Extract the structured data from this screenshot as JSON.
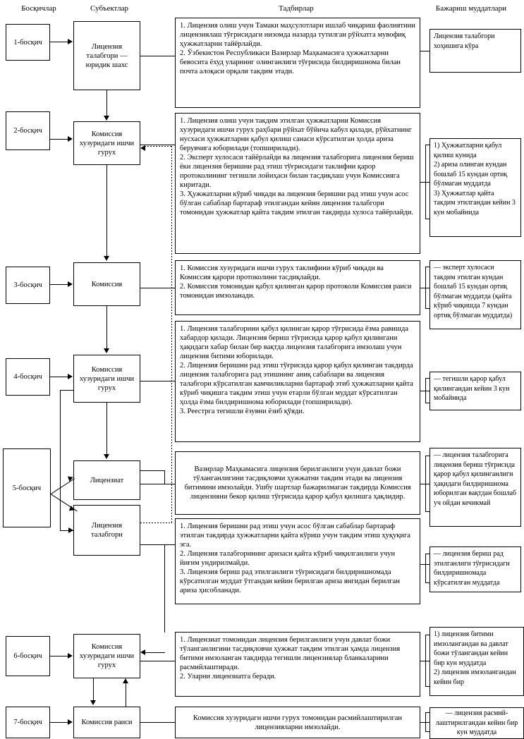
{
  "headers": [
    {
      "label": "Босқичлар"
    },
    {
      "label": "Субъектлар"
    },
    {
      "label": "Тадбирлар"
    },
    {
      "label": "Бажариш муддатлари"
    }
  ],
  "stages": [
    {
      "label": "1-босқич"
    },
    {
      "label": "2-босқич"
    },
    {
      "label": "3-босқич"
    },
    {
      "label": "4-босқич"
    },
    {
      "label": "5-босқич"
    },
    {
      "label": "6-босқич"
    },
    {
      "label": "7-босқич"
    }
  ],
  "subjects": [
    {
      "label": "Лицензия\nталабгори —\nюридик шахс"
    },
    {
      "label": "Комиссия\nхузуридаги ишчи\nгурух"
    },
    {
      "label": "Комиссия"
    },
    {
      "label": "Комиссия\nхузуридаги ишчи\nгурух"
    },
    {
      "label": "Лицензиат"
    },
    {
      "label": "Лицензия\nталабгори"
    },
    {
      "label": "Комиссия\nхузуридаги ишчи\nгурух"
    },
    {
      "label": "Комиссия раиси"
    }
  ],
  "measures": [
    {
      "text": "1. Лицензия олиш учун Тамаки  маҳсулотлари ишлаб  чиқариш фаолиятини лицензиялаш   тўғрисидаги низомда назарда тутилган рўйхатга мувофиқ  ҳужжатларни тайёрлайди.\n2. Ўзбекистон Республикаси Вазирлар Маҳкамасига ҳужжатларни бевосита ёхуд уларнинг олинганлиги тўғрисида билдиришнома билан почта алоқаси орқали такдим этади."
    },
    {
      "text": "1. Лицензия олиш учун такдим этилган ҳужжатларни Комиссия хузуридаги ишчи гурух раҳбари рўйхат бўйича кабул қилади, рўйхатнинг нусхаси ҳужжатларни қабул қилиш санаси кўрсатилган ҳолда ариза берувчига юборилади (топширилади).\n2. Эксперт хулосаси тайёрлайди ва лицензия талабгорига лицензия бериш ёки лицензия беришни рад этиш тўғрисидаги таклифни қарор протоколининг тегишли лойиҳаси билан тасдиқлаш учун Комиссияга киритади.\n3. Ҳужжатларни кўриб чиқади ва лицензия беришни рад этиш учун асос бўлган сабаблар бартараф этилгандан кейин лицензия талабгори томонидан ҳужжатлар қайта такдим этилган такдирда хулоса тайёрлайди."
    },
    {
      "text": "1. Комиссия хузуридаги ишчи гурух таклифини кўриб чиқади ва Комиссия қарори протоколини тасдиқлайди.\n2. Комиссия томонидан қабул қилинган қарор протоколи Комиссия раиси томонидан имзоланади."
    },
    {
      "text": "1. Лицензия талабгорини қабул қилинган қарор тўғрисида ёзма равишда хабардор қилади. Лицензия бериш тўғрисида қарор қабул қилингани ҳақидаги хабар билан бир вақтда лицензия талабгорига имзолаш учун лицензия битими юборилади.\n2. Лицензия беришни рад этиш тўғрисида қарор қабул қилинган такдирда лицензия талабгорига рад этишнинг аниқ сабаблари ва лицензия талабгори кўрсатилган камчиликларни бартараф этиб ҳужжатларни қайта кўриб чиқишга такдим этиш учун етарли бўлган муддат кўрсатилган ҳолда ёзма билдиришнома юборилади (топширилади).\n3. Реестрга тегишли ёзувни ёзиб қўяди."
    },
    {
      "text": "Вазирлар Маҳкамасига лицензия берилганлиги учун давлат божи тўланганлигини тасдиқловчи ҳужжатни такдим этади ва лицензия битимини имзолайди. Ушбу шартлар бажарилмаган такдирда Комиссия лицензияни бекор қилиш тўғрисида қарор қабул қилишга ҳақлидир."
    },
    {
      "text": "1. Лицензия беришни рад этиш учун асос бўлган сабаблар бартараф этилган такдирда ҳужжатларни қайта кўриш учун такдим этиш ҳуқуқига эга.\n2. Лицензия талабгорининг аризаси қайта кўриб чиқилганлиги учун йиғим ундирилмайди.\n3. Лицензия бериш рад этилганлиги тўғрисидаги билдиришномада кўрсатилган муддат ўтгандан кейин берилган ариза янгидан берилган ариза ҳисобланади."
    },
    {
      "text": "1. Лицензиат томонидан лицензия берилганлиги учун давлат божи тўланганлигини тасдиқловчи ҳужжат такдим этилган ҳамда лицензия битими имзоланган такдирда тегишли лицензиялар бланкаларини расмийлаштиради.\n2. Уларни лицензиатга беради."
    },
    {
      "text": "Комиссия хузуридаги ишчи гурух томонидан расмийлаштирилган лицензияларни имзолайди."
    }
  ],
  "deadlines": [
    {
      "text": "Лицензия талабгори\nхоҳишига кўра"
    },
    {
      "text": "1) Ҳужжатларни қабул қилиш кунида\n2) ариза олинган кундан бошлаб 15 кундан ортиқ бўлмаган муддатда\n3) Ҳужжатлар қайта такдим этилгандан кейин 3 кун мобайнида"
    },
    {
      "text": "— эксперт хулосаси такдим этилган  кундан бошлаб 15 кундан ортиқ бўлмаган муддатда (қайта кўриб чиқишда 7 кундан ортиқ бўлмаган муддатда)"
    },
    {
      "text": "— тегишли қарор қабул қилингандан кейин 3 кун мобайнида"
    },
    {
      "text": "— лицензия талабгорига лицензия бериш тўғрисида қарор қабул қилинганлиги ҳақидаги билдиришнома юборилган вақтдан бошлаб уч ойдан кечикмай"
    },
    {
      "text": "— лицензия бериш рад этилганлиги тўғрисидаги билдиришномада кўрсатилган муддатда"
    },
    {
      "text": "1) лицензия битими имзолангандан ва давлат божи тўлангандан кейин бир кун муддатда\n2) лицензия имзолангандан кейин бир"
    },
    {
      "text": "— лицензия расмий-лаштирилгандан  кейин бир кун муддатда"
    }
  ],
  "colors": {
    "line": "#000000",
    "background": "#ffffff"
  }
}
